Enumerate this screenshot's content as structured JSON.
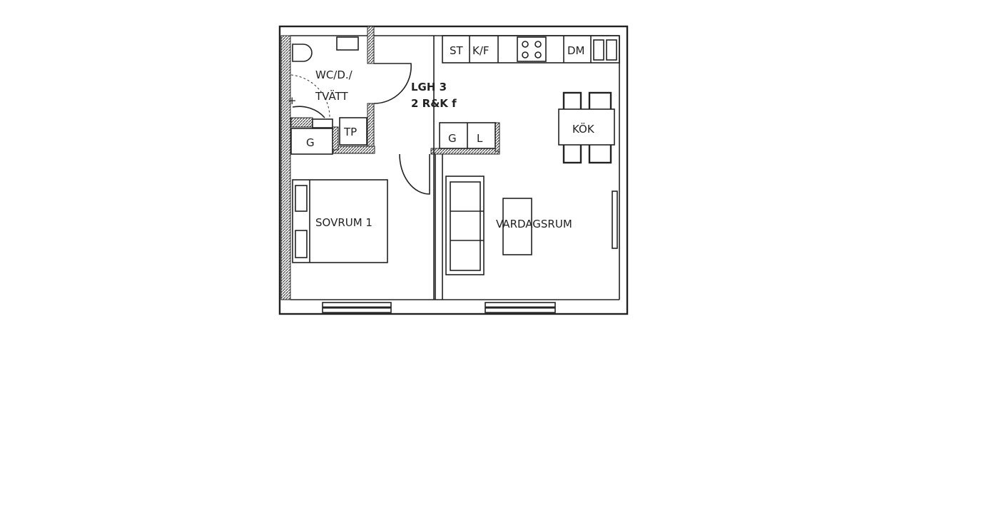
{
  "plan": {
    "apartment": "LGH 3",
    "type": "2 R&K f",
    "rooms": {
      "bathroom_line1": "WC/D./",
      "bathroom_line2": "TVÄTT",
      "bedroom": "SOVRUM 1",
      "living": "VARDAGSRUM",
      "kitchen": "KÖK"
    },
    "fixtures": {
      "stove_label": "ST",
      "fridge_label": "K/F",
      "dishwasher_label": "DM",
      "dryer_label": "TP",
      "closet_bath": "G",
      "closet_hall_g": "G",
      "closet_hall_l": "L"
    }
  }
}
